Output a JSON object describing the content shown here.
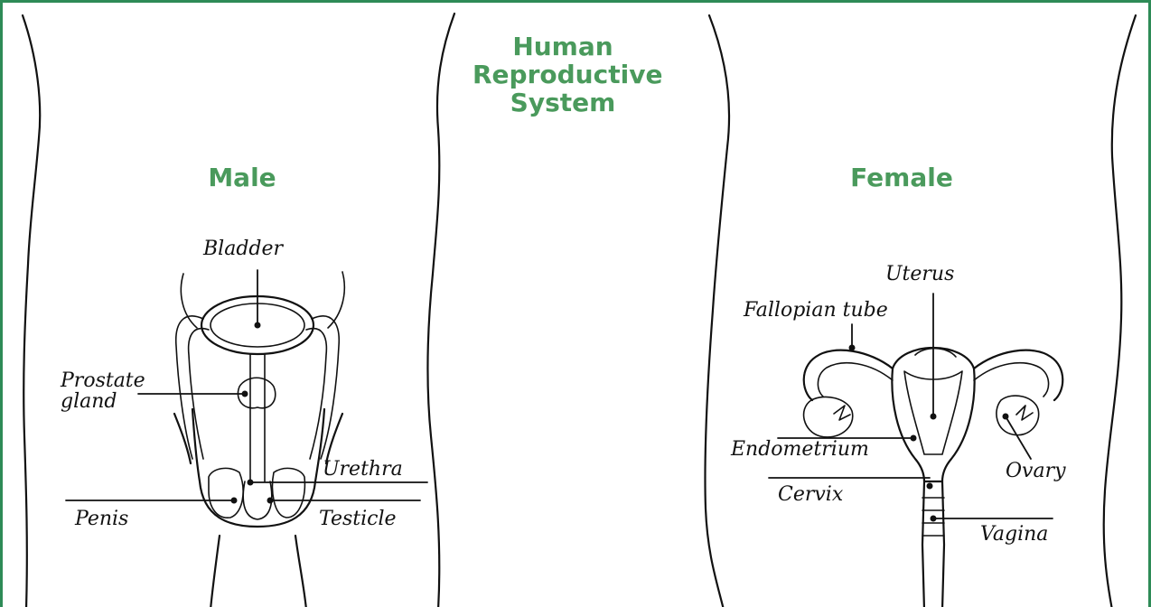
{
  "title": "Human Reproductive System",
  "male": {
    "heading": "Male",
    "labels": {
      "bladder": "Bladder",
      "prostate_gland": "Prostate gland",
      "urethra": "Urethra",
      "penis": "Penis",
      "testicle": "Testicle"
    }
  },
  "female": {
    "heading": "Female",
    "labels": {
      "uterus": "Uterus",
      "fallopian_tube": "Fallopian tube",
      "endometrium": "Endometrium",
      "ovary": "Ovary",
      "cervix": "Cervix",
      "vagina": "Vagina"
    }
  },
  "colors": {
    "border": "#2e8b57",
    "heading": "#4a9a5c",
    "ink": "#111111"
  }
}
